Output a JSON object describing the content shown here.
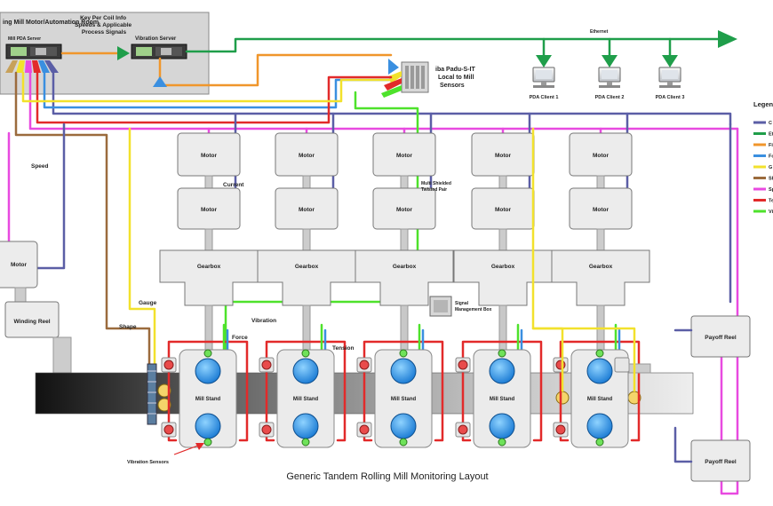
{
  "title": "Generic Tandem Rolling Mill Monitoring Layout",
  "room": {
    "title": "ing Mill Motor/Automation Room",
    "note_lines": [
      "Key Per Coil Info",
      "Speeds & Applicable",
      "Process Signals"
    ],
    "mill_pda_server": "Mill PDA Server",
    "vibration_server": "Vibration Server"
  },
  "network": {
    "ethernet": "Ethernet",
    "clients": [
      "PDA Client 1",
      "PDA Client 2",
      "PDA Client 3"
    ]
  },
  "iba": {
    "lines": [
      "iba Padu-S-IT",
      "Local to Mill",
      "Sensors"
    ]
  },
  "left": {
    "speed": "Speed",
    "motor": "Motor",
    "winding_reel": "Winding Reel",
    "gauge": "Gauge",
    "shape": "Shape"
  },
  "motors": {
    "label": "Motor",
    "gearbox": "Gearbox",
    "current": "Current",
    "twisted": [
      "Multi Shielded",
      "Twisted Pair"
    ]
  },
  "mill": {
    "stand": "Mill Stand",
    "vibration": "Vibration",
    "force": "Force",
    "tension": "Tension"
  },
  "signal_box": [
    "Signal",
    "Management Box"
  ],
  "vibration_sensors": "Vibration Sensors",
  "payoff_reel": "Payoff Reel",
  "legend": {
    "title": "Legend",
    "items": [
      {
        "label": "C",
        "color": "#5b5ea6"
      },
      {
        "label": "Et",
        "color": "#1f9e4a"
      },
      {
        "label": "Fi",
        "color": "#f0962b"
      },
      {
        "label": "Fo",
        "color": "#3a8fe0"
      },
      {
        "label": "G",
        "color": "#f2e12c"
      },
      {
        "label": "Sh",
        "color": "#9b6b3d"
      },
      {
        "label": "Sp",
        "color": "#e84ae0"
      },
      {
        "label": "Te",
        "color": "#e22a2a"
      },
      {
        "label": "Vi",
        "color": "#4ee22b"
      }
    ]
  }
}
